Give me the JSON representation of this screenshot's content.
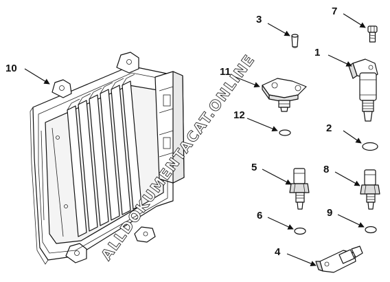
{
  "callouts": [
    {
      "id": "1",
      "label": "1"
    },
    {
      "id": "2",
      "label": "2"
    },
    {
      "id": "3",
      "label": "3"
    },
    {
      "id": "4",
      "label": "4"
    },
    {
      "id": "5",
      "label": "5"
    },
    {
      "id": "6",
      "label": "6"
    },
    {
      "id": "7",
      "label": "7"
    },
    {
      "id": "8",
      "label": "8"
    },
    {
      "id": "9",
      "label": "9"
    },
    {
      "id": "10",
      "label": "10"
    },
    {
      "id": "11",
      "label": "11"
    },
    {
      "id": "12",
      "label": "12"
    }
  ],
  "watermark": {
    "text": "ALLDOKUMENTACAT.ONLINE"
  },
  "colors": {
    "line": "#111111",
    "fill": "#ffffff",
    "shade": "#d9d9d9"
  }
}
